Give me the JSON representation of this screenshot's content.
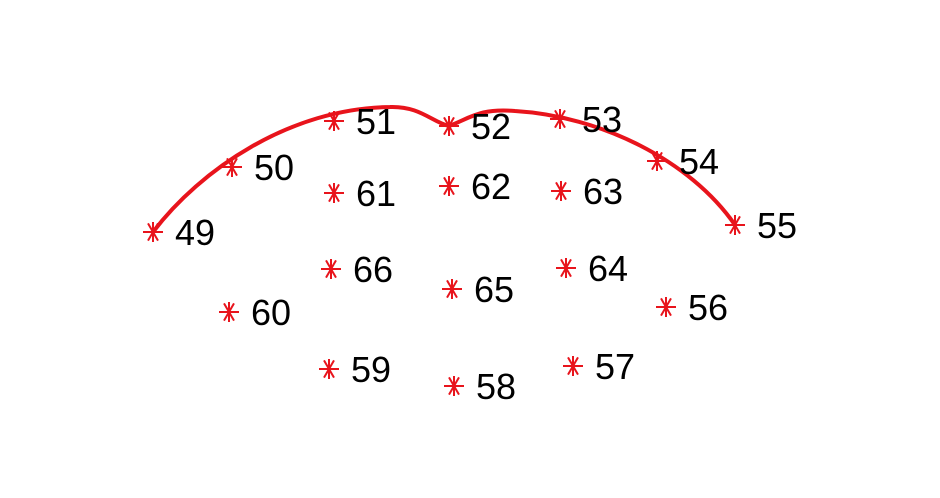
{
  "diagram": {
    "marker_color": "#e8141c",
    "curve_color": "#e8141c",
    "label_color": "#000000",
    "marker_glyph": "asterisk",
    "points": [
      {
        "id": "49",
        "label": "49"
      },
      {
        "id": "50",
        "label": "50"
      },
      {
        "id": "51",
        "label": "51"
      },
      {
        "id": "52",
        "label": "52"
      },
      {
        "id": "53",
        "label": "53"
      },
      {
        "id": "54",
        "label": "54"
      },
      {
        "id": "55",
        "label": "55"
      },
      {
        "id": "56",
        "label": "56"
      },
      {
        "id": "57",
        "label": "57"
      },
      {
        "id": "58",
        "label": "58"
      },
      {
        "id": "59",
        "label": "59"
      },
      {
        "id": "60",
        "label": "60"
      },
      {
        "id": "61",
        "label": "61"
      },
      {
        "id": "62",
        "label": "62"
      },
      {
        "id": "63",
        "label": "63"
      },
      {
        "id": "64",
        "label": "64"
      },
      {
        "id": "65",
        "label": "65"
      },
      {
        "id": "66",
        "label": "66"
      }
    ],
    "curve_through": [
      "49",
      "50",
      "51",
      "52",
      "53",
      "54",
      "55"
    ]
  }
}
